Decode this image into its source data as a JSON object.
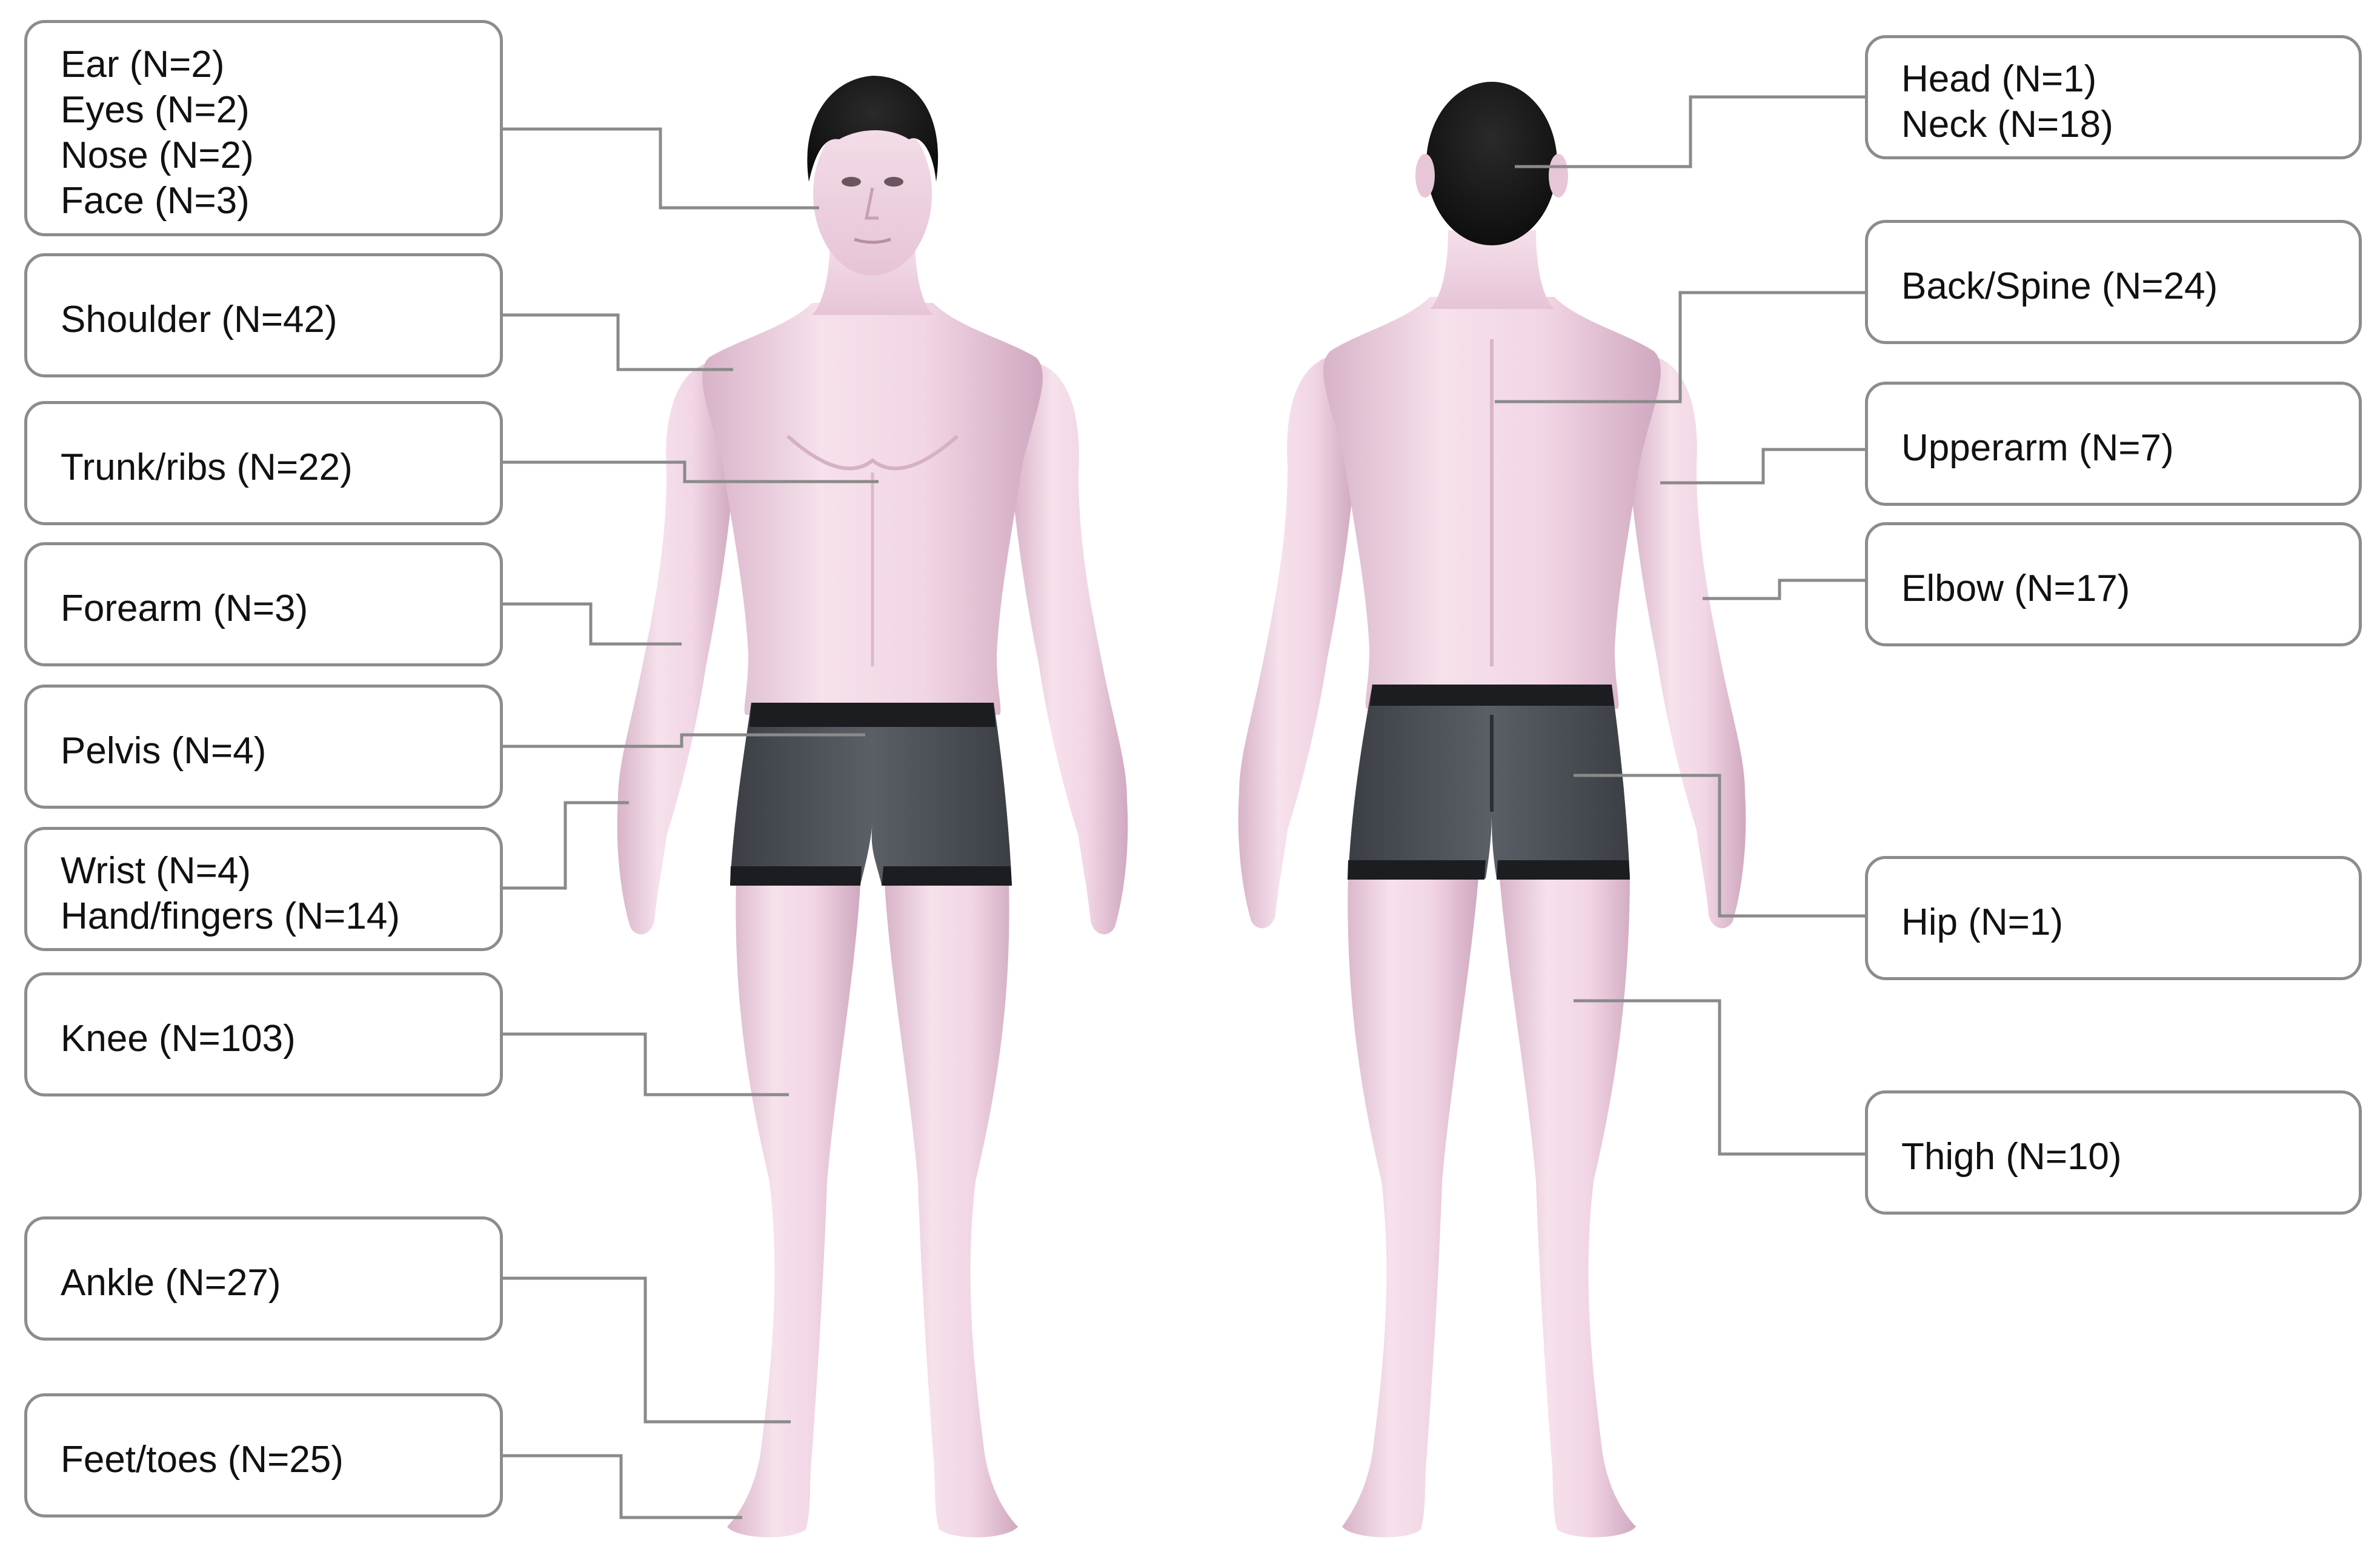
{
  "colors": {
    "skin_light": "#f4dde8",
    "skin_mid": "#ecc8d9",
    "skin_shadow": "#c9a2ba",
    "hair": "#161616",
    "underwear": "#4a4f55",
    "underwear_band": "#1c1d20",
    "box_border": "#8c8c8c",
    "leader_line": "#8a8a8a",
    "text": "#111111"
  },
  "front_labels": [
    {
      "id": "head-front",
      "lines": [
        "Ear (N=2)",
        "Eyes (N=2)",
        "Nose (N=2)",
        "Face (N=3)"
      ]
    },
    {
      "id": "shoulder",
      "lines": [
        "Shoulder (N=42)"
      ]
    },
    {
      "id": "trunk",
      "lines": [
        "Trunk/ribs (N=22)"
      ]
    },
    {
      "id": "forearm",
      "lines": [
        "Forearm (N=3)"
      ]
    },
    {
      "id": "pelvis",
      "lines": [
        "Pelvis (N=4)"
      ]
    },
    {
      "id": "wrist-hand",
      "lines": [
        "Wrist (N=4)",
        "Hand/fingers (N=14)"
      ]
    },
    {
      "id": "knee",
      "lines": [
        "Knee (N=103)"
      ]
    },
    {
      "id": "ankle",
      "lines": [
        "Ankle (N=27)"
      ]
    },
    {
      "id": "feet",
      "lines": [
        "Feet/toes (N=25)"
      ]
    }
  ],
  "back_labels": [
    {
      "id": "head-neck",
      "lines": [
        "Head (N=1)",
        "Neck (N=18)"
      ]
    },
    {
      "id": "back",
      "lines": [
        "Back/Spine (N=24)"
      ]
    },
    {
      "id": "upperarm",
      "lines": [
        "Upperarm (N=7)"
      ]
    },
    {
      "id": "elbow",
      "lines": [
        "Elbow (N=17)"
      ]
    },
    {
      "id": "hip",
      "lines": [
        "Hip (N=1)"
      ]
    },
    {
      "id": "thigh",
      "lines": [
        "Thigh (N=10)"
      ]
    }
  ]
}
